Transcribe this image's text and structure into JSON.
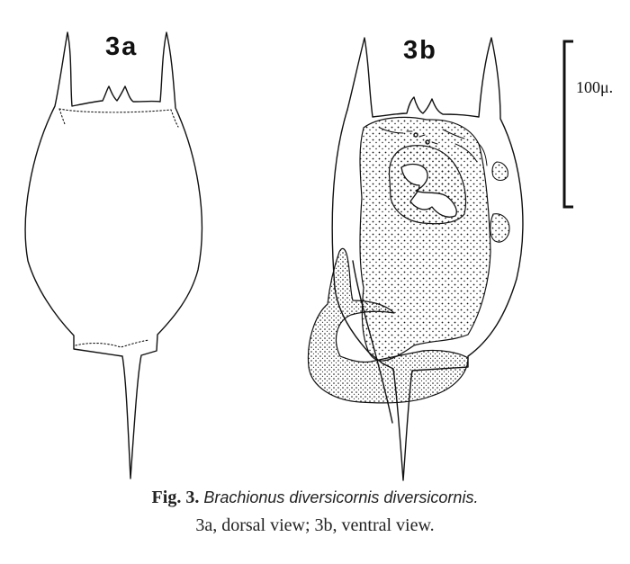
{
  "panels": {
    "a": {
      "label": "3a"
    },
    "b": {
      "label": "3b"
    }
  },
  "scale_bar": {
    "label": "100μ."
  },
  "caption": {
    "figure": "Fig. 3.",
    "species": "Brachionus diversicornis diversicornis.",
    "description": "3a, dorsal view; 3b, ventral view."
  },
  "colors": {
    "ink": "#111111",
    "paper": "#ffffff"
  }
}
